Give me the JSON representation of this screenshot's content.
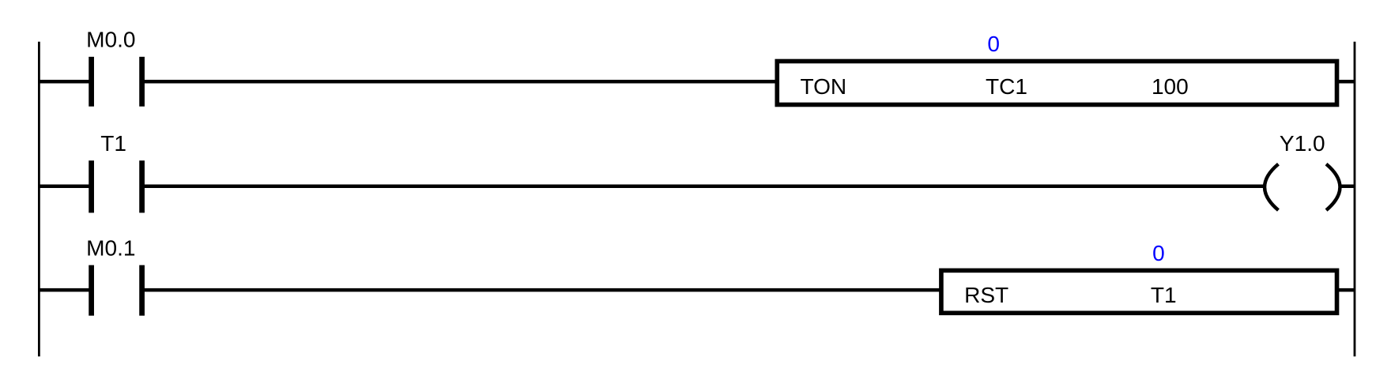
{
  "rungs": [
    {
      "contact": "M0.0",
      "instruction": {
        "op": "TON",
        "operand": "TC1",
        "preset": "100",
        "current_value": "0"
      }
    },
    {
      "contact": "T1",
      "coil": "Y1.0"
    },
    {
      "contact": "M0.1",
      "instruction": {
        "op": "RST",
        "operand": "T1",
        "current_value": "0"
      }
    }
  ],
  "colors": {
    "value": "#0000ff"
  }
}
